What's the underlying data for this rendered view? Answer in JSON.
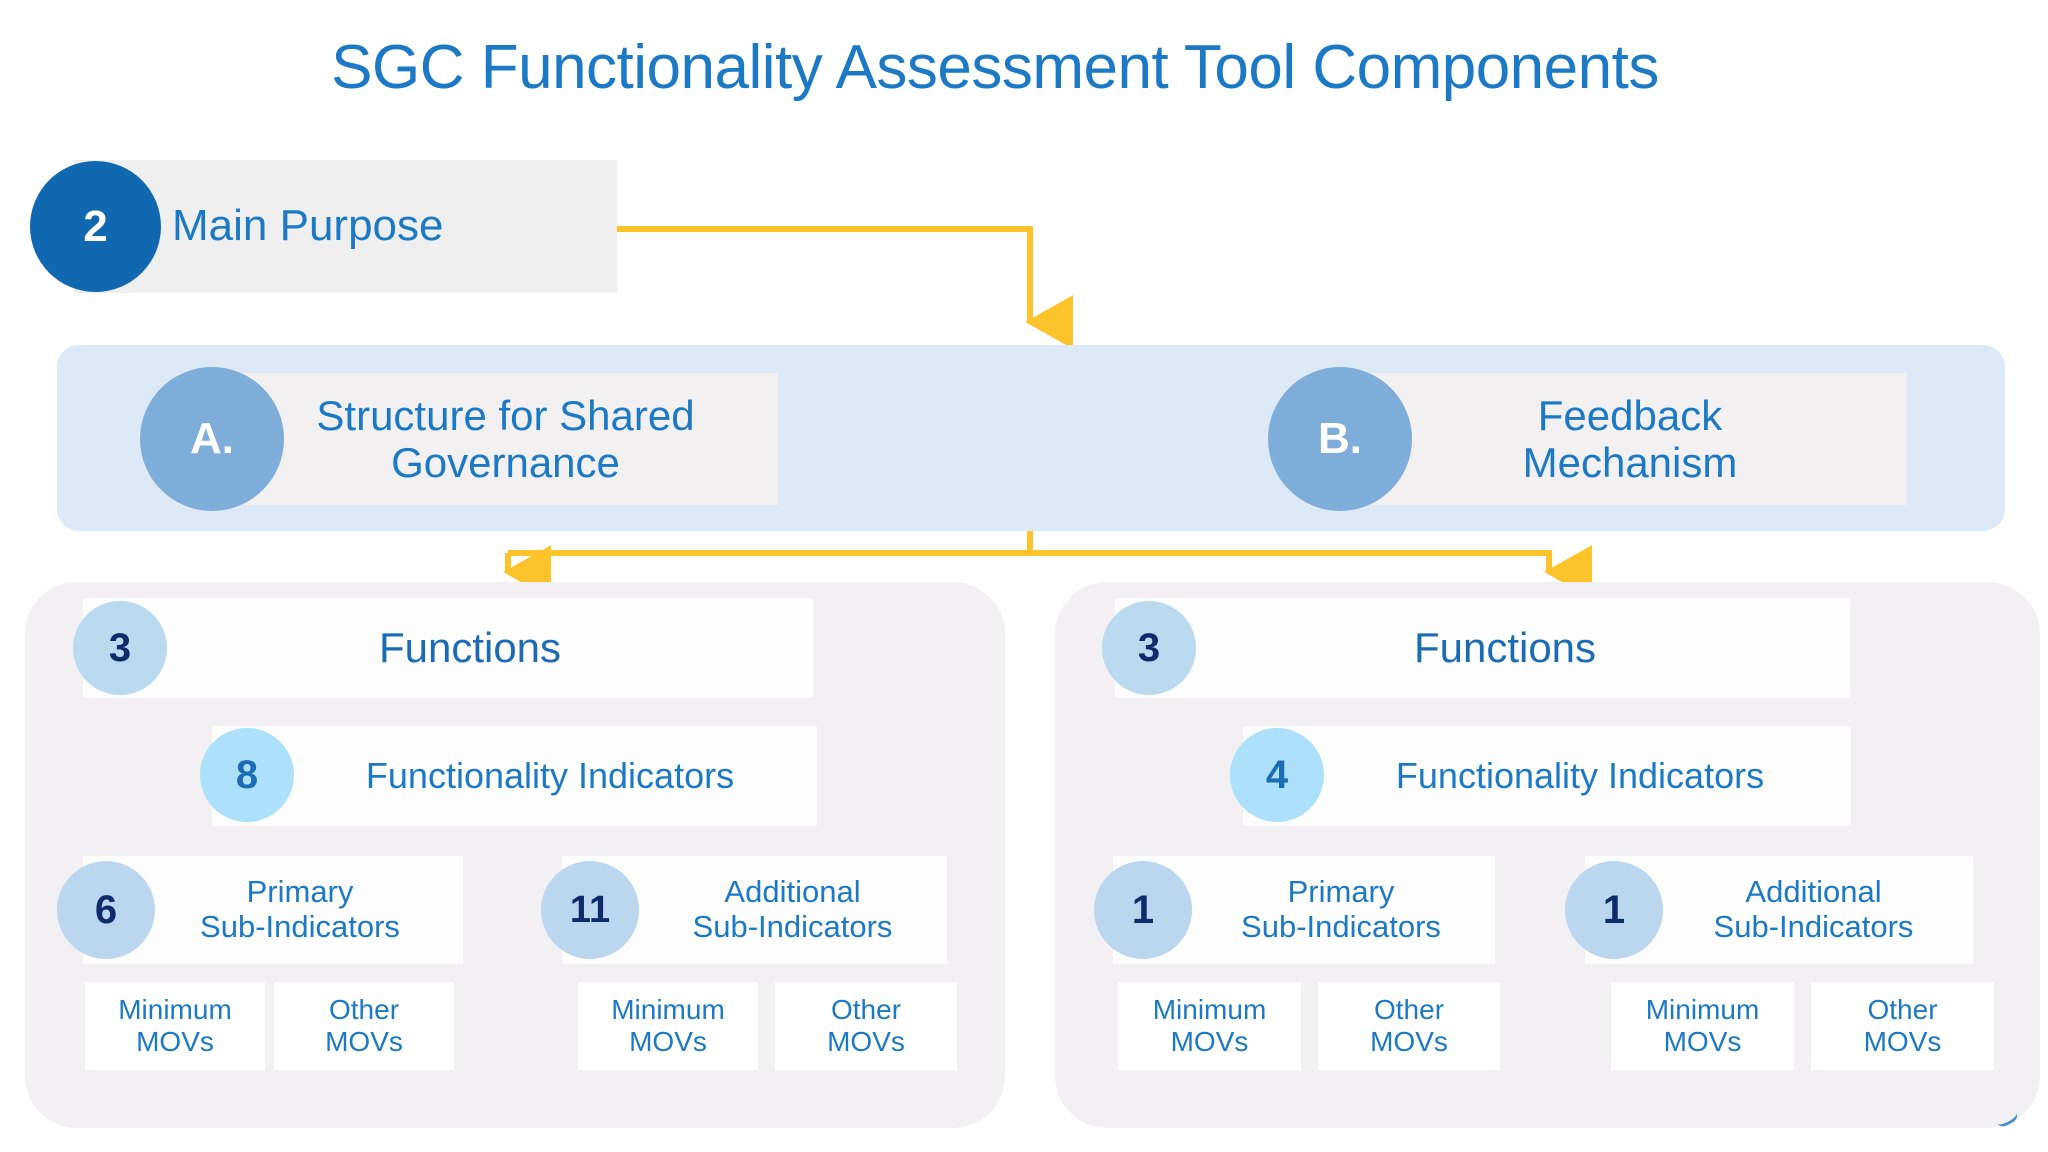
{
  "title": "SGC Functionality Assessment Tool Components",
  "colors": {
    "title_blue": "#1b79c5",
    "dark_circle": "#1068b0",
    "ab_circle": "#7fadda",
    "band_bg": "#dde9f7",
    "panel_bg": "#f2f0f2",
    "fn_circle": "#badaf0",
    "fi_circle": "#ace0fb",
    "si_circle": "#bbd6ef",
    "navy_text": "#0e2b6b",
    "arrow_yellow": "#fdc32b"
  },
  "main_purpose": {
    "number": "2",
    "label": "Main Purpose"
  },
  "branches": [
    {
      "letter": "A.",
      "title": "Structure for Shared Governance",
      "functions": {
        "count": "3",
        "label": "Functions"
      },
      "indicators": {
        "count": "8",
        "label": "Functionality Indicators"
      },
      "sub_indicators": [
        {
          "count": "6",
          "label": "Primary Sub-Indicators",
          "movs": [
            "Minimum MOVs",
            "Other MOVs"
          ]
        },
        {
          "count": "11",
          "label": "Additional Sub-Indicators",
          "movs": [
            "Minimum MOVs",
            "Other MOVs"
          ]
        }
      ]
    },
    {
      "letter": "B.",
      "title": "Feedback Mechanism",
      "functions": {
        "count": "3",
        "label": "Functions"
      },
      "indicators": {
        "count": "4",
        "label": "Functionality Indicators"
      },
      "sub_indicators": [
        {
          "count": "1",
          "label": "Primary Sub-Indicators",
          "movs": [
            "Minimum MOVs",
            "Other MOVs"
          ]
        },
        {
          "count": "1",
          "label": "Additional Sub-Indicators",
          "movs": [
            "Minimum MOVs",
            "Other MOVs"
          ]
        }
      ]
    }
  ],
  "mov_lines": {
    "minimum_l1": "Minimum",
    "minimum_l2": "MOVs",
    "other_l1": "Other",
    "other_l2": "MOVs"
  },
  "ab_title_lines": {
    "a_l1": "Structure for Shared",
    "a_l2": "Governance",
    "b_l1": "Feedback",
    "b_l2": "Mechanism"
  },
  "si_title_lines": {
    "primary_l1": "Primary",
    "primary_l2": "Sub-Indicators",
    "additional_l1": "Additional",
    "additional_l2": "Sub-Indicators"
  }
}
